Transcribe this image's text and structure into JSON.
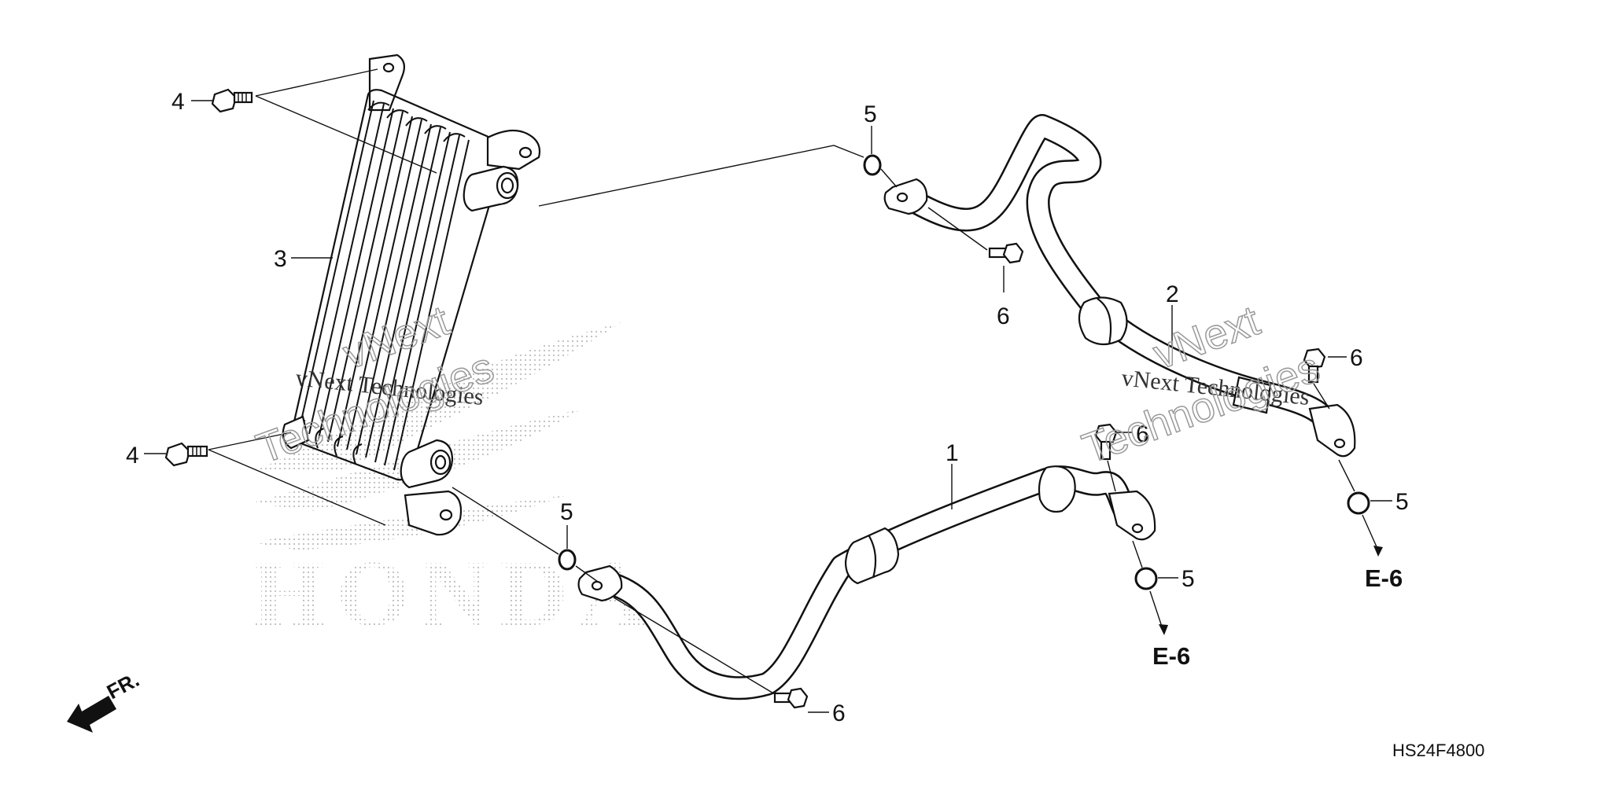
{
  "diagram": {
    "callouts": {
      "hose_1": "1",
      "hose_2": "2",
      "oil_cooler": "3",
      "bolt_4_upper": "4",
      "bolt_4_lower": "4",
      "oring_5_upper": "5",
      "oring_5_lower": "5",
      "oring_5_right_lower": "5",
      "oring_5_right": "5",
      "bolt_6_upper": "6",
      "bolt_6_right": "6",
      "bolt_6_mid": "6",
      "bolt_6_bottom": "6"
    },
    "references": {
      "ref_e6_left": "E-6",
      "ref_e6_right": "E-6"
    },
    "front_label": "FR.",
    "diagram_code": "HS24F4800",
    "watermark": {
      "line_1": "vNext Technologies",
      "line_2": "vNext Technologies",
      "big_1a": "vNext",
      "big_1b": "Technologies",
      "big_2a": "vNext",
      "big_2b": "Technologies",
      "brand": "HONDA"
    }
  }
}
